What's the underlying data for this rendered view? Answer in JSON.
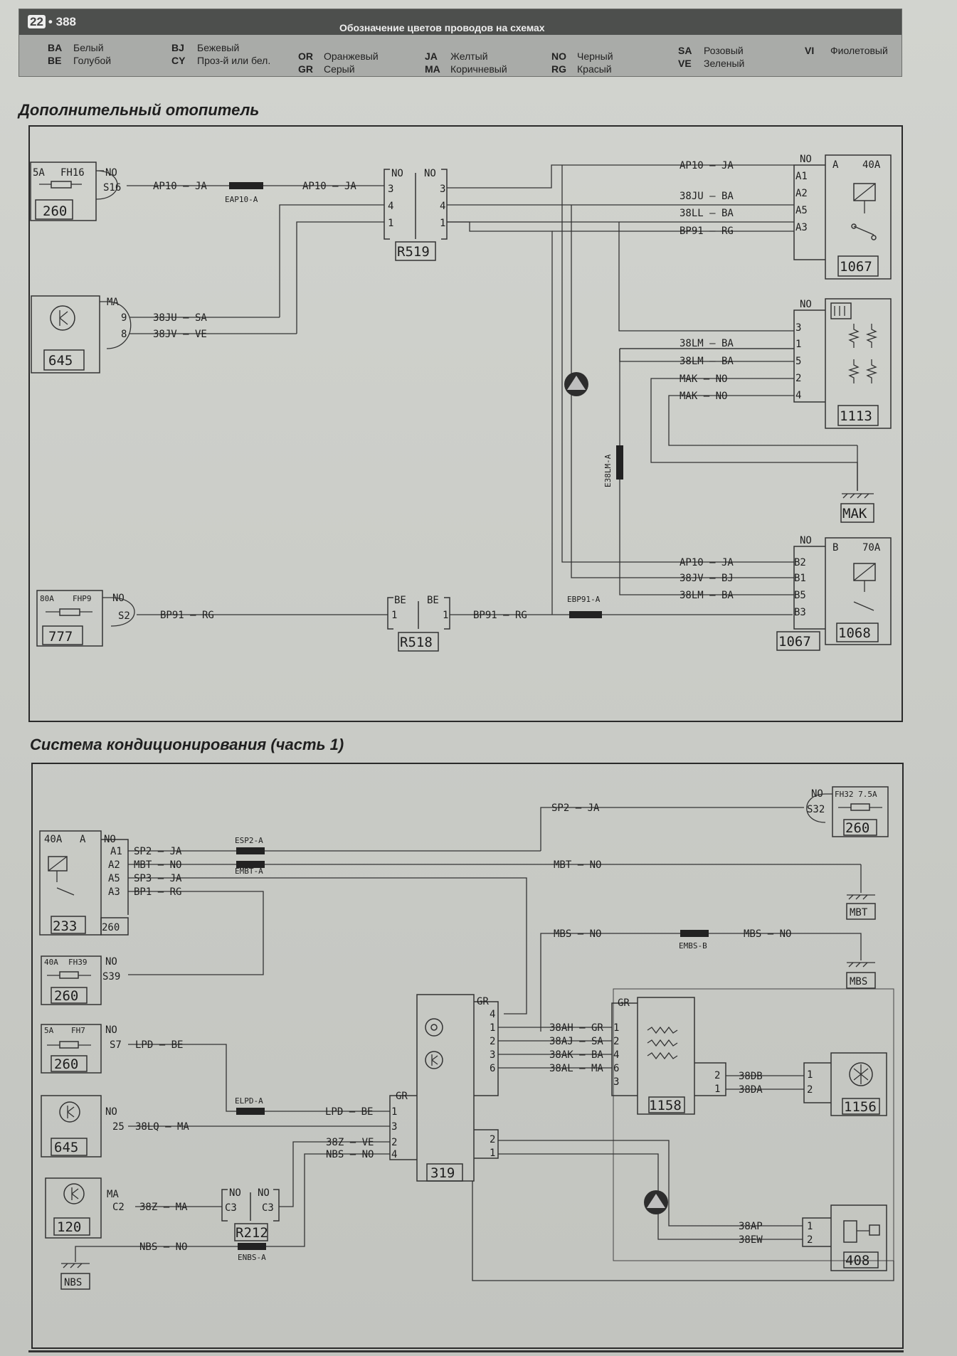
{
  "header": {
    "page_badge": "22",
    "page_number": "388",
    "title": "Обозначение цветов проводов на схемах",
    "legend": [
      {
        "code": "BA",
        "name": "Белый"
      },
      {
        "code": "BE",
        "name": "Голубой"
      },
      {
        "code": "BJ",
        "name": "Бежевый"
      },
      {
        "code": "CY",
        "name": "Проз-й или бел."
      },
      {
        "code": "OR",
        "name": "Оранжевый"
      },
      {
        "code": "GR",
        "name": "Серый"
      },
      {
        "code": "JA",
        "name": "Желтый"
      },
      {
        "code": "MA",
        "name": "Коричневый"
      },
      {
        "code": "NO",
        "name": "Черный"
      },
      {
        "code": "RG",
        "name": "Красый"
      },
      {
        "code": "SA",
        "name": "Розовый"
      },
      {
        "code": "VE",
        "name": "Зеленый"
      },
      {
        "code": "VI",
        "name": "Фиолетовый"
      }
    ]
  },
  "diagram1": {
    "title": "Дополнительный отопитель",
    "components": {
      "fuse_fh16": {
        "rating": "5A",
        "name": "FH16",
        "box": "260",
        "color": "NO",
        "pin": "S16"
      },
      "unit_645": {
        "id": "645",
        "color": "MA",
        "pins": [
          "9",
          "8"
        ]
      },
      "fuse_fhp9": {
        "rating": "80A",
        "name": "FHP9",
        "box": "777",
        "color": "NO",
        "pin": "S2"
      },
      "conn_r519": {
        "id": "R519",
        "color_left": "NO",
        "color_right": "NO",
        "pins": [
          "3",
          "4",
          "1"
        ]
      },
      "conn_r518": {
        "id": "R518",
        "color_left": "BE",
        "color_right": "BE",
        "pin": "1"
      },
      "relay_a": {
        "id": "1067",
        "label": "A",
        "rating": "40A",
        "color": "NO",
        "pins": [
          "A1",
          "A2",
          "A5",
          "A3"
        ]
      },
      "heater_1113": {
        "id": "1113",
        "color": "NO",
        "pins": [
          "3",
          "1",
          "5",
          "2",
          "4"
        ]
      },
      "relay_b": {
        "id": "1068",
        "label": "B",
        "rating": "70A",
        "color": "NO",
        "pins": [
          "B2",
          "B1",
          "B5",
          "B3"
        ],
        "box": "1067"
      },
      "ground_mak": {
        "id": "MAK"
      }
    },
    "wires": {
      "ap10_ja": "AP10 — JA",
      "ap10_ja_short": "AP10—JA",
      "splice_eap10": "EAP10-A",
      "w38ju_sa": "38JU — SA",
      "w38jv_ve": "38JV — VE",
      "w38ju_ba": "38JU — BA",
      "w38ll_ba": "38LL — BA",
      "wbp91_rg": "BP91 — RG",
      "w38lm_ba": "38LM — BA",
      "wmak_no": "MAK — NO",
      "splice_e38lm": "E38LM-A",
      "w38jv_bj": "38JV — BJ",
      "splice_ebp91": "EBP91-A"
    }
  },
  "diagram2": {
    "title": "Система кондиционирования (часть 1)",
    "components": {
      "relay_233": {
        "id": "233",
        "rating": "40A",
        "label": "A",
        "box": "260",
        "color": "NO",
        "pins": [
          "A1",
          "A2",
          "A5",
          "A3"
        ]
      },
      "fuse_fh39": {
        "rating": "40A",
        "name": "FH39",
        "box": "260",
        "color": "NO",
        "pin": "S39"
      },
      "fuse_fh7": {
        "rating": "5A",
        "name": "FH7",
        "box": "260",
        "color": "NO",
        "pin": "S7"
      },
      "unit_645": {
        "id": "645",
        "color": "NO",
        "pin": "25"
      },
      "unit_120": {
        "id": "120",
        "color": "MA",
        "pin": "C2"
      },
      "conn_r212": {
        "id": "R212",
        "color_left": "NO",
        "color_right": "NO",
        "pin_left": "C3",
        "pin_right": "C3"
      },
      "ground_nbs": {
        "id": "NBS"
      },
      "ecu_319": {
        "id": "319",
        "color_top": "GR",
        "color_left": "GR",
        "pins_top": [
          "4",
          "1",
          "2",
          "3",
          "6"
        ],
        "pins_left": [
          "1",
          "3",
          "2",
          "4"
        ],
        "pins_bottom": [
          "2",
          "1"
        ]
      },
      "resistor_1158": {
        "id": "1158",
        "color": "GR",
        "pins": [
          "1",
          "2",
          "4",
          "6",
          "3"
        ],
        "pins_right": [
          "2",
          "1"
        ]
      },
      "fan_1156": {
        "id": "1156",
        "pins": [
          "1",
          "2"
        ]
      },
      "comp_408": {
        "id": "408",
        "pins": [
          "1",
          "2"
        ]
      },
      "fuse_fh32": {
        "rating": "FH32 7.5A",
        "box": "260",
        "color": "NO",
        "pin": "S32"
      },
      "ground_mbt": {
        "id": "MBT"
      },
      "ground_mbs": {
        "id": "MBS"
      }
    },
    "wires": {
      "sp2_ja": "SP2 — JA",
      "mbt_no": "MBT — NO",
      "sp3_ja": "SP3 — JA",
      "bp1_rg": "BP1 — RG",
      "splice_esp2": "ESP2-A",
      "splice_embt": "EMBT-A",
      "lpd_be": "LPD — BE",
      "splice_elpd": "ELPD-A",
      "w38lq_ma": "38LQ — MA",
      "w38z_ve": "38Z — VE",
      "nbs_no": "NBS — NO",
      "w38z_ma": "38Z — MA",
      "splice_enbs": "ENBS-A",
      "mbs_no": "MBS — NO",
      "splice_embs": "EMBS-B",
      "w38ah_gr": "38AH — GR",
      "w38aj_sa": "38AJ — SA",
      "w38ak_ba": "38AK — BA",
      "w38al_ma": "38AL — MA",
      "w38db": "38DB",
      "w38da": "38DA",
      "w38ap": "38AP",
      "w38ew": "38EW"
    }
  }
}
